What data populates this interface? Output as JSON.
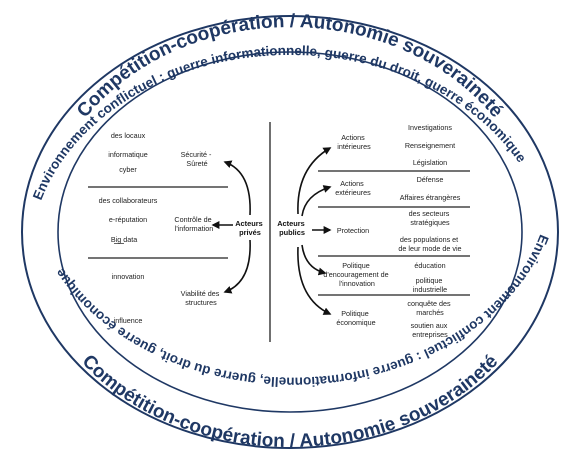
{
  "outer_ring": {
    "top": "Compétition-coopération / Autonomie souveraineté",
    "bottom": "Compétition-coopération / Autonomie souveraineté"
  },
  "inner_ring": {
    "top": "Environnement conflictuel : guerre informationnelle, guerre du droit, guerre économique",
    "right": "Environnement conflictuel : guerre informationnelle, guerre du droit, guerre économique"
  },
  "left": {
    "hub": [
      "Acteurs",
      "privés"
    ],
    "sections": [
      {
        "topic": [
          "Sécurité -",
          "Sûreté"
        ],
        "items": [
          [
            "des locaux"
          ],
          [
            "informatique"
          ],
          [
            "cyber"
          ]
        ]
      },
      {
        "topic": [
          "Contrôle de",
          "l'information"
        ],
        "items": [
          [
            "des collaborateurs"
          ],
          [
            "e-réputation"
          ],
          [
            "Big data"
          ]
        ]
      },
      {
        "topic": [
          "Viabilité des",
          "structures"
        ],
        "items": [
          [
            "innovation"
          ],
          [
            "influence"
          ]
        ]
      }
    ]
  },
  "right": {
    "hub": [
      "Acteurs",
      "publics"
    ],
    "sections": [
      {
        "topic": [
          "Actions",
          "intérieures"
        ],
        "items": [
          [
            "Investigations"
          ],
          [
            "Renseignement"
          ],
          [
            "Législation"
          ]
        ]
      },
      {
        "topic": [
          "Actions",
          "extérieures"
        ],
        "items": [
          [
            "Défense"
          ],
          [
            "Affaires étrangères"
          ]
        ]
      },
      {
        "topic": [
          "Protection"
        ],
        "items": [
          [
            "des secteurs",
            "stratégiques"
          ],
          [
            "des populations et",
            "de leur mode de vie"
          ]
        ]
      },
      {
        "topic": [
          "Politique",
          "d'encouragement de",
          "l'innovation"
        ],
        "items": [
          [
            "éducation"
          ],
          [
            "politique",
            "industrielle"
          ]
        ]
      },
      {
        "topic": [
          "Politique",
          "économique"
        ],
        "items": [
          [
            "conquête des",
            "marchés"
          ],
          [
            "soutien aux",
            "entreprises"
          ]
        ]
      }
    ]
  }
}
